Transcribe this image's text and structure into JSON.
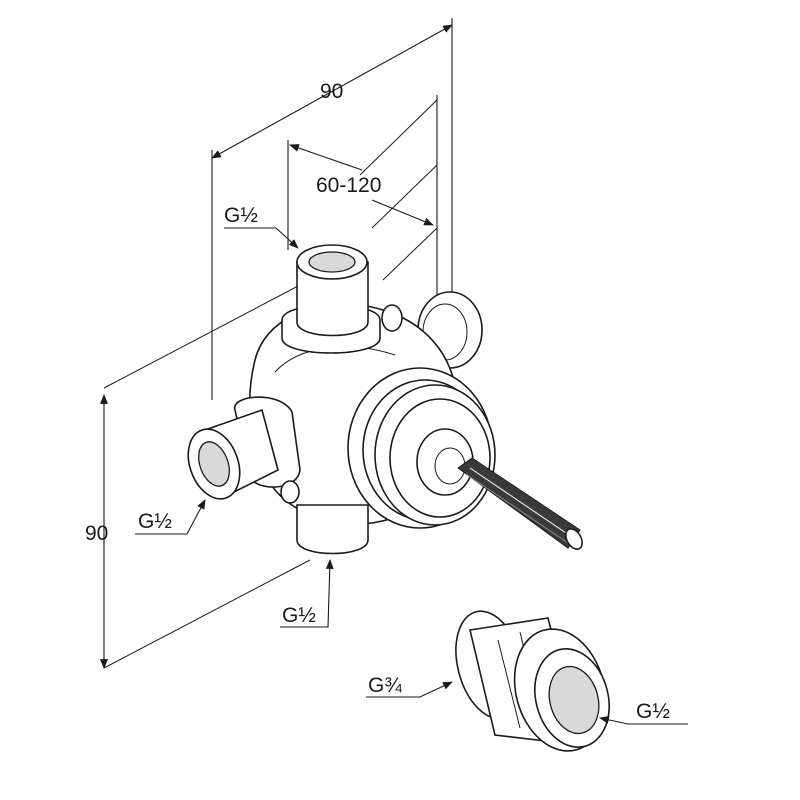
{
  "dimensions": {
    "width_top": "90",
    "depth_range": "60-120",
    "height_left": "90"
  },
  "threads": {
    "top_inlet": "G½",
    "left_inlet": "G½",
    "bottom_outlet": "G½",
    "fitting_inlet": "G¾",
    "fitting_outlet": "G½"
  }
}
